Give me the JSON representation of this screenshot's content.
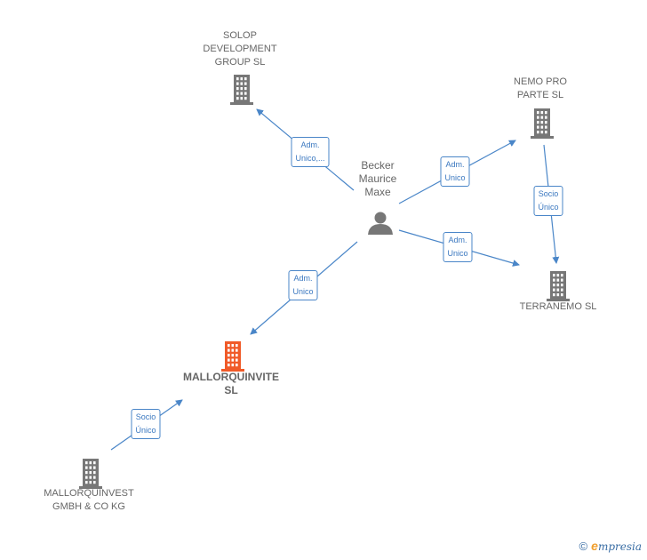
{
  "colors": {
    "edge": "#4a86c8",
    "node_gray": "#777777",
    "node_highlight": "#f05a28",
    "label_text": "#666666"
  },
  "nodes": [
    {
      "id": "solop",
      "kind": "company",
      "label_lines": [
        "SOLOP",
        "DEVELOPMENT",
        "GROUP SL"
      ],
      "highlight": false
    },
    {
      "id": "nemo",
      "kind": "company",
      "label_lines": [
        "NEMO PRO",
        "PARTE  SL"
      ],
      "highlight": false
    },
    {
      "id": "becker",
      "kind": "person",
      "label_lines": [
        "Becker",
        "Maurice",
        "Maxe"
      ],
      "highlight": false
    },
    {
      "id": "terranemo",
      "kind": "company",
      "label_lines": [
        "TERRANEMO SL"
      ],
      "highlight": false
    },
    {
      "id": "mallorquinvite",
      "kind": "company",
      "label_lines": [
        "MALLORQUINVITE",
        "SL"
      ],
      "highlight": true
    },
    {
      "id": "mallorquinvest",
      "kind": "company",
      "label_lines": [
        "MALLORQUINVEST",
        "GMBH & CO KG"
      ],
      "highlight": false
    }
  ],
  "edges": [
    {
      "from": "becker",
      "to": "solop",
      "label_lines": [
        "Adm.",
        "Unico,..."
      ]
    },
    {
      "from": "becker",
      "to": "nemo",
      "label_lines": [
        "Adm.",
        "Unico"
      ]
    },
    {
      "from": "becker",
      "to": "terranemo",
      "label_lines": [
        "Adm.",
        "Unico"
      ]
    },
    {
      "from": "nemo",
      "to": "terranemo",
      "label_lines": [
        "Socio",
        "Único"
      ]
    },
    {
      "from": "becker",
      "to": "mallorquinvite",
      "label_lines": [
        "Adm.",
        "Unico"
      ]
    },
    {
      "from": "mallorquinvest",
      "to": "mallorquinvite",
      "label_lines": [
        "Socio",
        "Único"
      ]
    }
  ],
  "brand": {
    "copyright": "©",
    "initial": "e",
    "rest": "mpresia"
  }
}
